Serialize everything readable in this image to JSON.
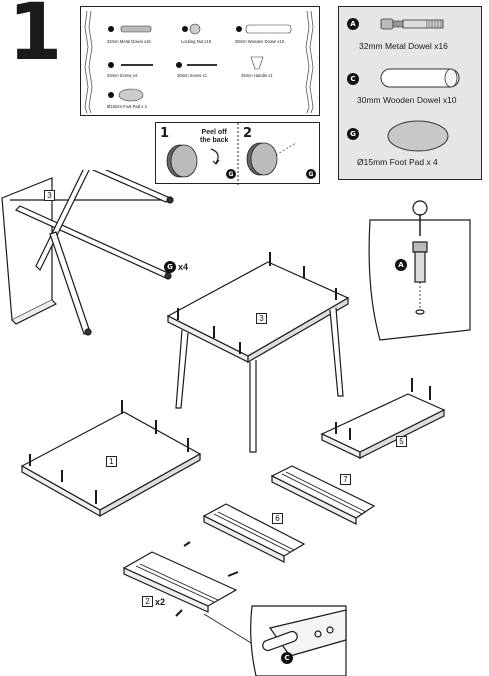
{
  "step": {
    "number": "1"
  },
  "parts_box": {
    "items": [
      {
        "label": "32mm Metal Dowel x16"
      },
      {
        "label": "Locking Nut x16"
      },
      {
        "label": "30mm Wooden Dowel x10"
      },
      {
        "label": "33mm Screw x4"
      },
      {
        "label": "30mm Screw x1"
      },
      {
        "label": "25mm Handle x1"
      },
      {
        "label": "Ø15mm Foot Pad x 4"
      }
    ]
  },
  "legend": {
    "items": [
      {
        "badge": "A",
        "label": "32mm Metal Dowel x16"
      },
      {
        "badge": "C",
        "label": "30mm Wooden Dowel x10"
      },
      {
        "badge": "G",
        "label": "Ø15mm Foot Pad x 4"
      }
    ]
  },
  "peel": {
    "step1": "1",
    "step2": "2",
    "instruction_line1": "Peel off",
    "instruction_line2": "the back",
    "badge": "G"
  },
  "panels": {
    "p3a": "3",
    "p3b": "3",
    "p1": "1",
    "p5": "5",
    "p7": "7",
    "p6": "6",
    "p2": "2"
  },
  "callouts": {
    "foot_badge": "G",
    "foot_qty": "x4",
    "detail_top_badge": "A",
    "detail_bottom_badge": "C",
    "panel2_qty": "x2"
  },
  "colors": {
    "line": "#1a1a1a",
    "panel": "#ffffff",
    "legend_bg": "#e6e6e6"
  }
}
